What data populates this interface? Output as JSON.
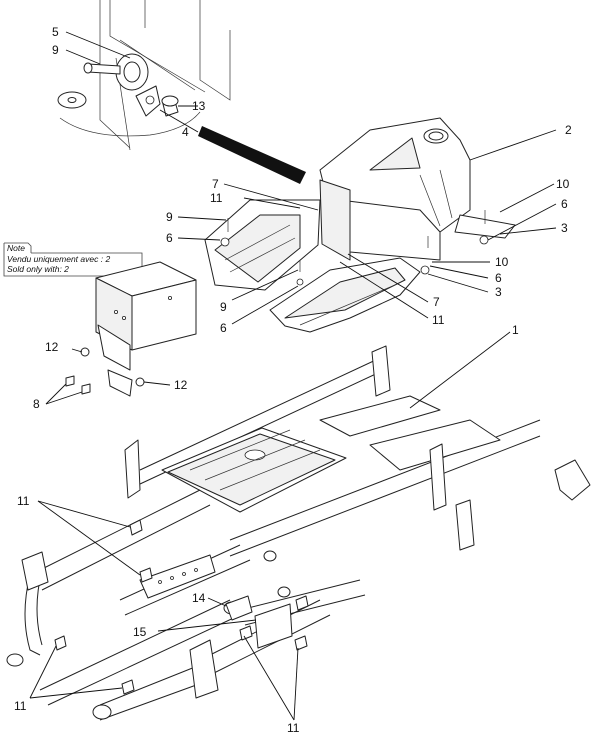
{
  "diagram": {
    "note": {
      "title": "Note",
      "line1": "Vendu uniquement avec : 2",
      "line2": "Sold only with: 2"
    },
    "callouts": {
      "c5": "5",
      "c9a": "9",
      "c13": "13",
      "c4": "4",
      "c2": "2",
      "c7a": "7",
      "c11a": "11",
      "c9b": "9",
      "c6a": "6",
      "c10a": "10",
      "c6b": "6",
      "c3a": "3",
      "c10b": "10",
      "c6c": "6",
      "c3b": "3",
      "c9c": "9",
      "c6d": "6",
      "c7b": "7",
      "c11b": "11",
      "c12a": "12",
      "c12b": "12",
      "c8": "8",
      "c1": "1",
      "c11c": "11",
      "c14": "14",
      "c15": "15",
      "c11d": "11",
      "c11e": "11"
    }
  }
}
